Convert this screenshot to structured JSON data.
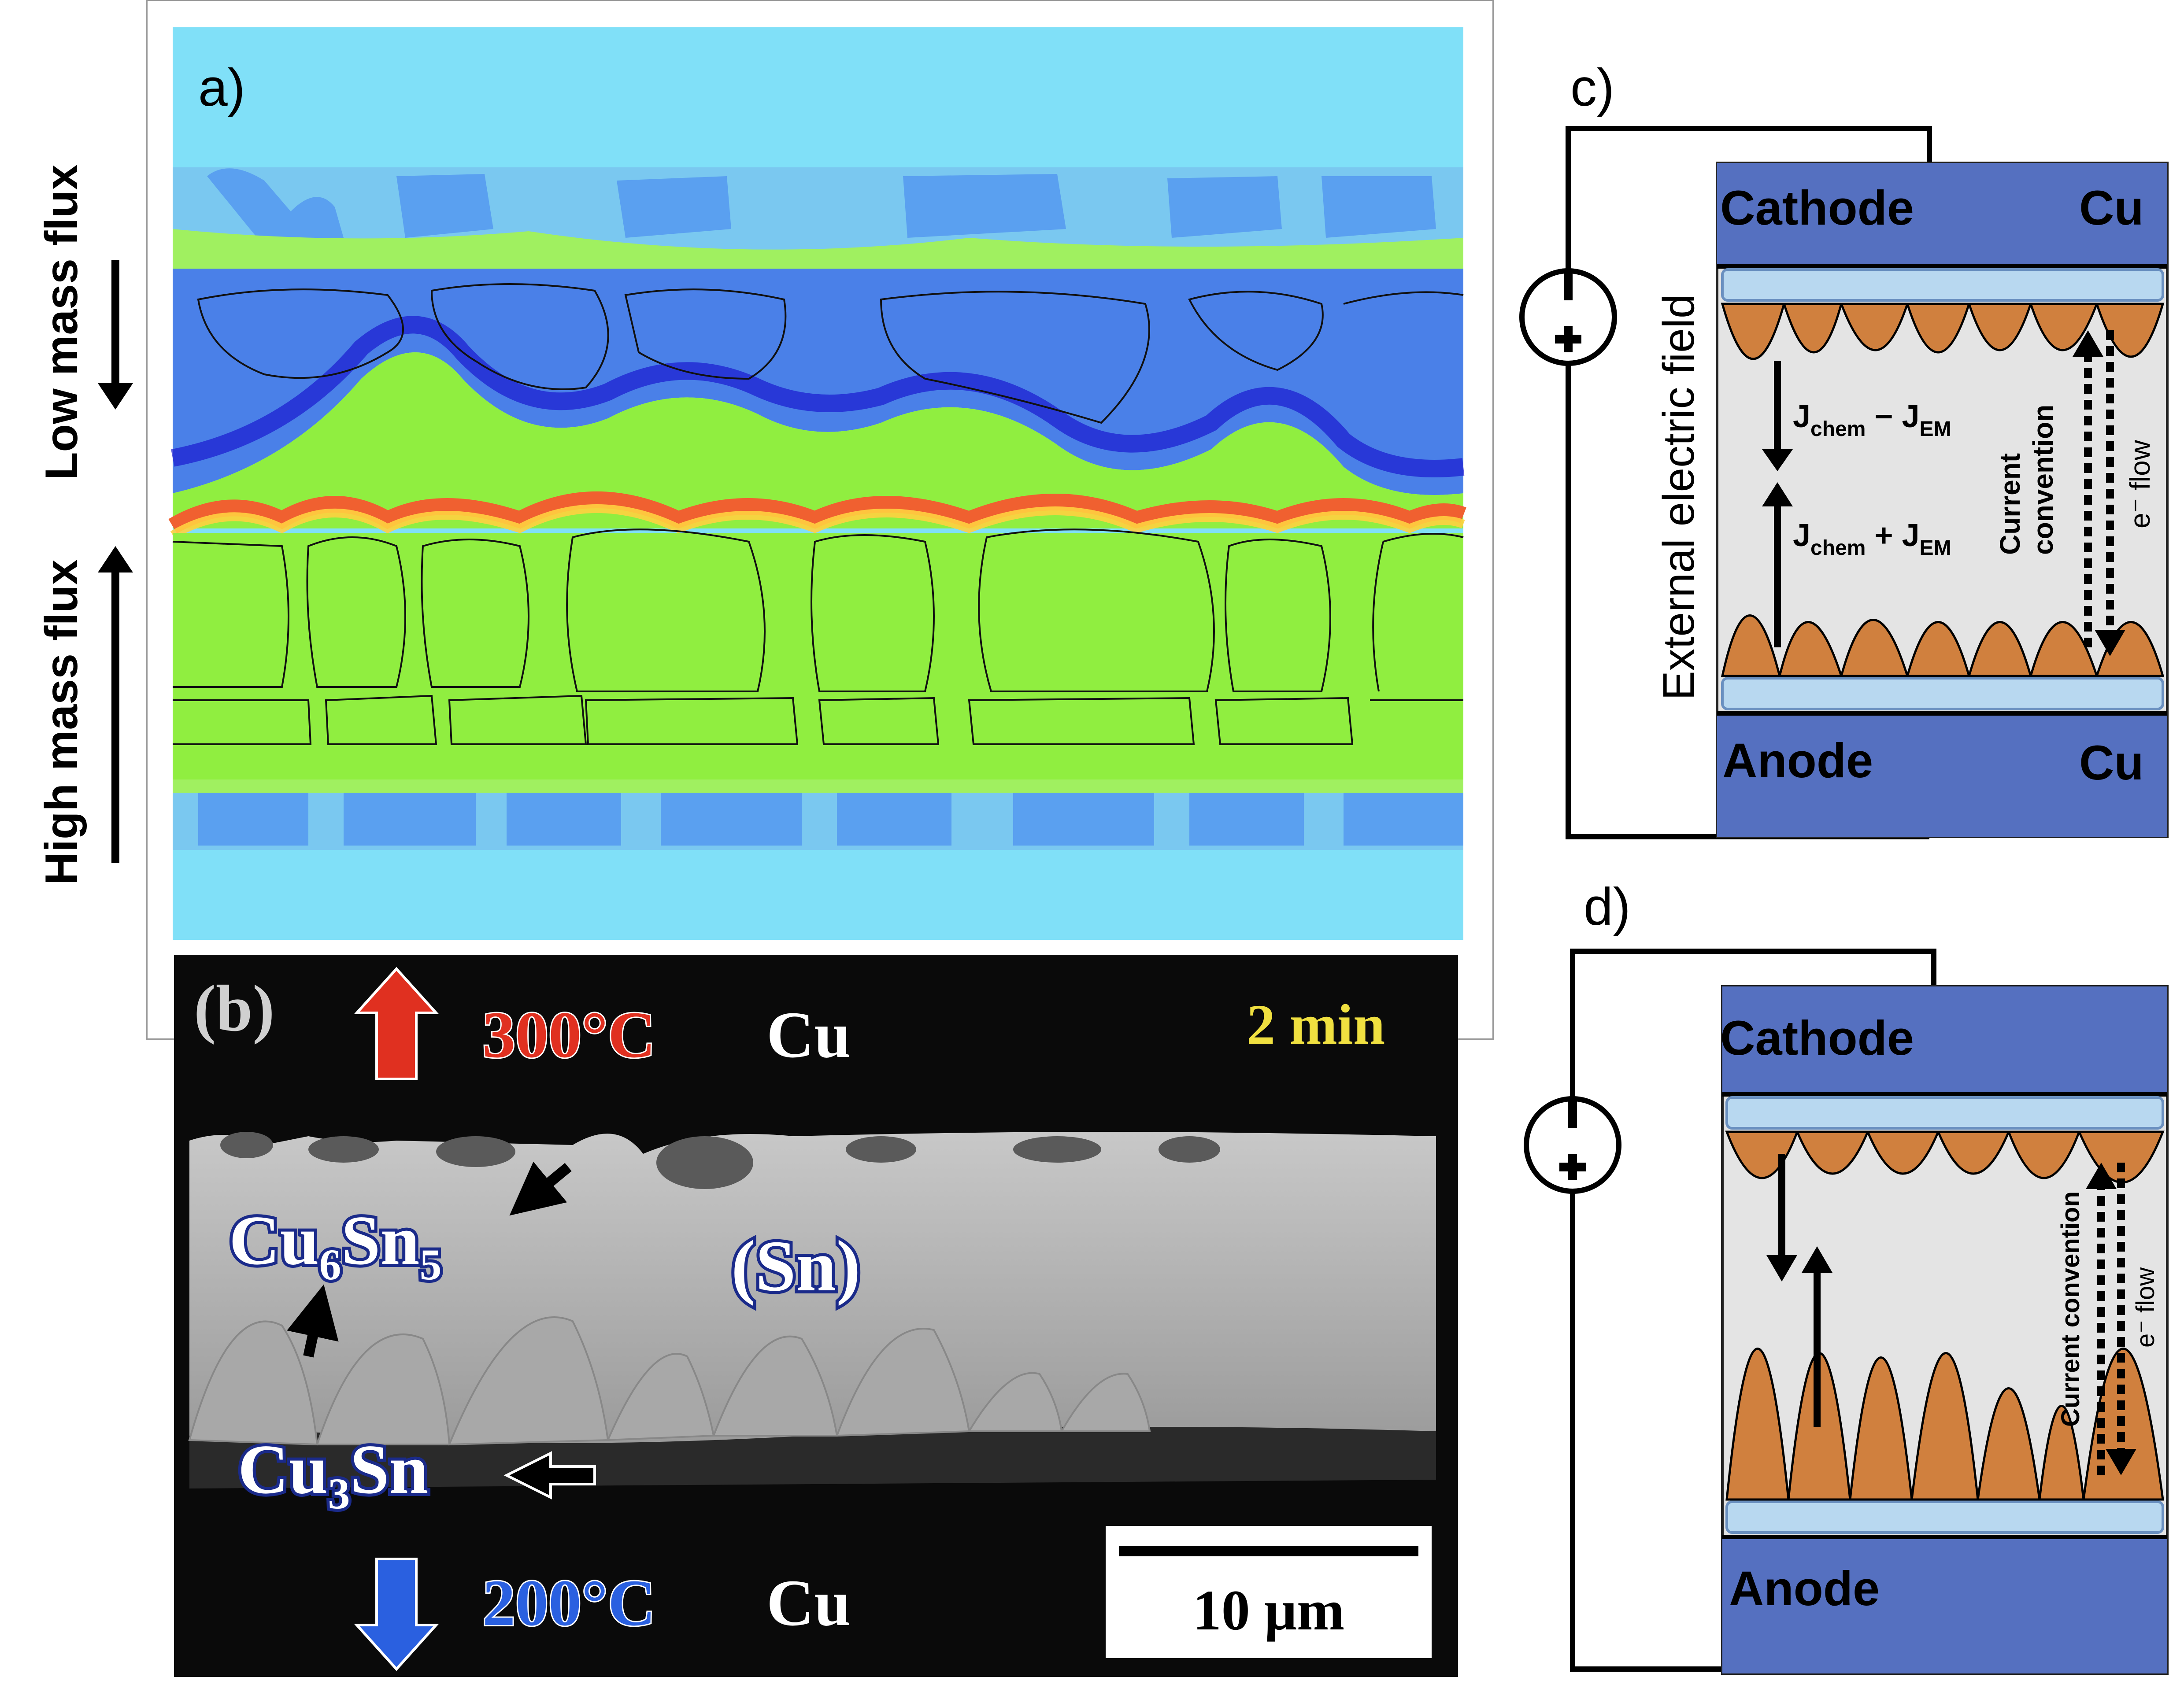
{
  "panel_a": {
    "label": "a)",
    "left_labels": {
      "low": "Low mass flux",
      "high": "High mass flux"
    },
    "colors": {
      "sky": "#80e0f8",
      "cu_blue": "#5aa0f0",
      "cu_light": "#7ac8f0",
      "imc_blue": "#4a80e8",
      "sn_green": "#90ee40",
      "hot": "#f08030"
    }
  },
  "panel_b": {
    "label": "(b)",
    "top_temp": "300°C",
    "bottom_temp": "200°C",
    "top_metal": "Cu",
    "bottom_metal": "Cu",
    "time": "2 min",
    "cu6sn5": {
      "base1": "Cu",
      "sub1": "6",
      "base2": "Sn",
      "sub2": "5"
    },
    "cu3sn": {
      "base1": "Cu",
      "sub1": "3",
      "base2": "Sn"
    },
    "sn": "(Sn)",
    "scale": "10 μm",
    "colors": {
      "hot_arrow": "#e03020",
      "cold_arrow": "#2a60e0",
      "time": "#f0e040",
      "label_text": "#1a2a8a"
    }
  },
  "panel_c": {
    "label": "c)",
    "cathode": "Cathode",
    "anode": "Anode",
    "cu_top": "Cu",
    "cu_bottom": "Cu",
    "field_label": "External  electric  field",
    "j_minus": {
      "j": "J",
      "chem": "chem",
      "op": " − J",
      "em": "EM"
    },
    "j_plus": {
      "j": "J",
      "chem": "chem",
      "op": " + J",
      "em": "EM"
    },
    "current_convention": [
      "Current",
      "convention"
    ],
    "eflow": "e⁻ flow"
  },
  "panel_d": {
    "label": "d)",
    "cathode": "Cathode",
    "anode": "Anode",
    "current_convention": "Current convention",
    "eflow": "e⁻ flow"
  },
  "battery": {
    "minus": "−",
    "plus": "+"
  },
  "colors": {
    "electrode": "#5570c0",
    "layer": "#b8d8f0",
    "grain": "#d0803e",
    "solder": "#e4e4e4"
  }
}
